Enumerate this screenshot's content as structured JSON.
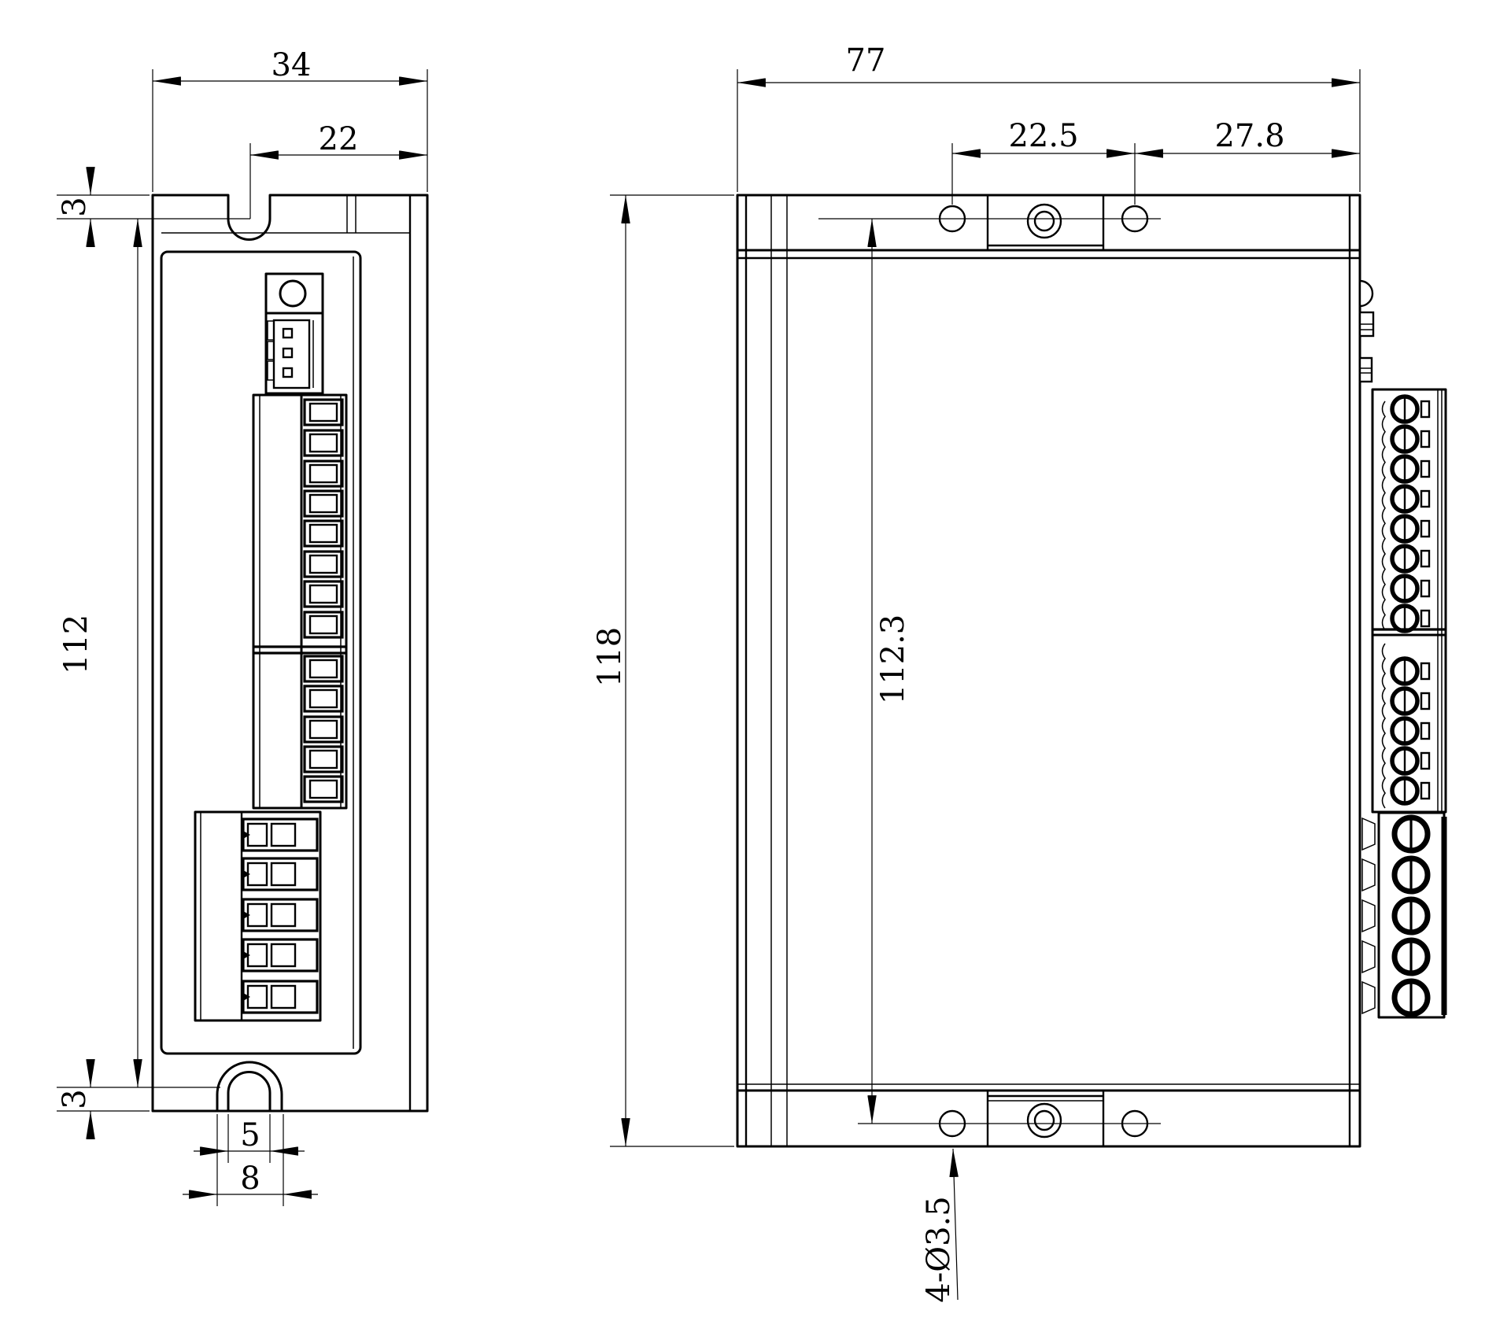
{
  "colors": {
    "line": "#000000",
    "background": "#ffffff"
  },
  "views": {
    "front": {
      "dims": {
        "width": "34",
        "slot_offset": "22",
        "top_tab": "3",
        "body_height": "112",
        "bottom_tab": "3",
        "slot_width": "5",
        "tab_width": "8"
      }
    },
    "side": {
      "dims": {
        "depth": "77",
        "hole_pitch": "22.5",
        "hole_to_edge": "27.8",
        "height": "118",
        "hole_span": "112.3",
        "hole_callout": "4-Ø3.5"
      }
    }
  }
}
